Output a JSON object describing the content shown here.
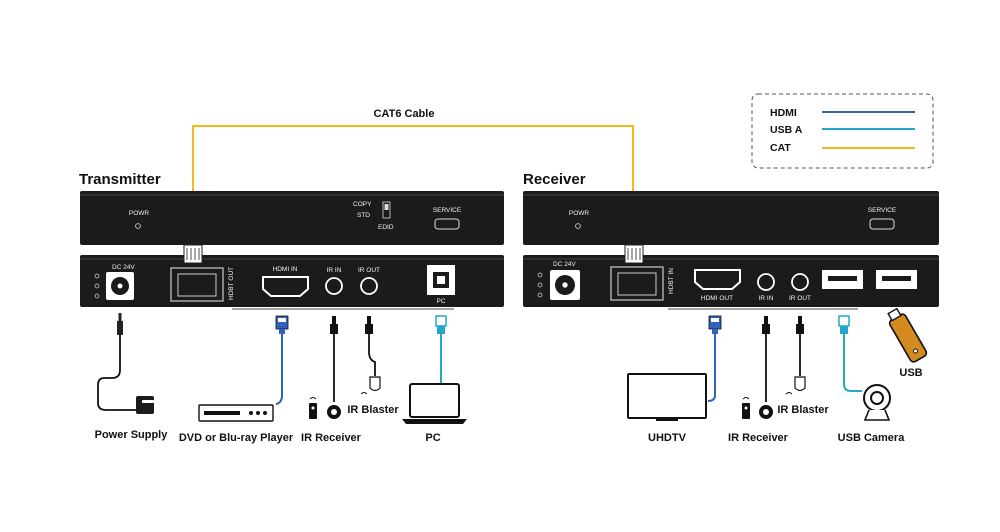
{
  "cable": {
    "label": "CAT6 Cable"
  },
  "legend": [
    {
      "name": "HDMI",
      "color": "#2f62b8"
    },
    {
      "name": "USB A",
      "color": "#23a7c9"
    },
    {
      "name": "CAT",
      "color": "#f5b820"
    }
  ],
  "transmitter": {
    "title": "Transmitter",
    "front": {
      "power": "POWR",
      "copy": "COPY",
      "std": "STD",
      "edid": "EDID",
      "service": "SERVICE"
    },
    "back": {
      "dc": "DC 24V",
      "hdbt_out": "HDBT OUT",
      "hdmi_in": "HDMI IN",
      "ir_in": "IR IN",
      "ir_out": "IR OUT",
      "pc": "PC"
    }
  },
  "receiver": {
    "title": "Receiver",
    "front": {
      "power": "POWR",
      "service": "SERVICE"
    },
    "back": {
      "dc": "DC 24V",
      "hdbt_in": "HDBT IN",
      "hdmi_out": "HDMI OUT",
      "ir_in": "IR IN",
      "ir_out": "IR OUT"
    }
  },
  "peripherals": {
    "power_supply": "Power Supply",
    "player": "DVD or Blu-ray Player",
    "tx_ir_receiver": "IR Receiver",
    "tx_ir_blaster": "IR Blaster",
    "pc": "PC",
    "uhdtv": "UHDTV",
    "rx_ir_receiver": "IR Receiver",
    "rx_ir_blaster": "IR Blaster",
    "usb_camera": "USB Camera",
    "usb": "USB"
  }
}
